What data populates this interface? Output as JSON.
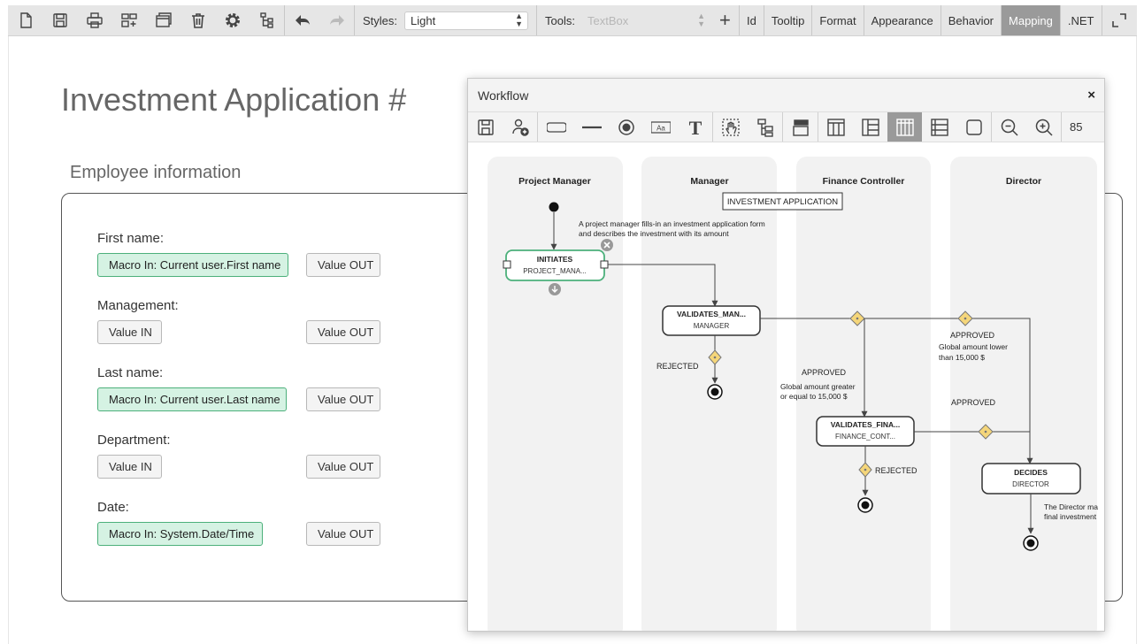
{
  "toolbar": {
    "icons": [
      "new-document-icon",
      "save-icon",
      "print-icon",
      "add-layout-icon",
      "window-icon",
      "trash-icon",
      "gear-icon",
      "tree-icon"
    ],
    "styles_label": "Styles:",
    "styles_value": "Light",
    "tools_label": "Tools:",
    "tools_value": "TextBox",
    "buttons": [
      "Id",
      "Tooltip",
      "Format",
      "Appearance",
      "Behavior",
      "Mapping",
      ".NET"
    ],
    "active_button": "Mapping"
  },
  "page": {
    "title": "Investment Application #",
    "section_title": "Employee information",
    "fields": [
      {
        "label": "First name:",
        "in_value": "Macro In: Current user.First name",
        "in_type": "macro",
        "out_value": "Value OUT"
      },
      {
        "label": "Management:",
        "in_value": "Value IN",
        "in_type": "plain",
        "out_value": "Value OUT"
      },
      {
        "label": "Last name:",
        "in_value": "Macro In: Current user.Last name",
        "in_type": "macro",
        "out_value": "Value OUT"
      },
      {
        "label": "Department:",
        "in_value": "Value IN",
        "in_type": "plain",
        "out_value": "Value OUT"
      },
      {
        "label": "Date:",
        "in_value": "Macro In: System.Date/Time",
        "in_type": "macro",
        "out_value": "Value OUT"
      }
    ]
  },
  "workflow": {
    "title": "Workflow",
    "close_glyph": "×",
    "zoom": "85",
    "lanes": [
      "Project Manager",
      "Manager",
      "Finance Controller",
      "Director"
    ],
    "diagram_title": "INVESTMENT APPLICATION",
    "note_initiates": [
      "A project manager fills-in an investment application form",
      "and describes the investment with its amount"
    ],
    "note_director": [
      "The Director ma",
      "final investment"
    ],
    "nodes": {
      "initiates": {
        "title": "INITIATES",
        "sub": "PROJECT_MANA..."
      },
      "validates_manager": {
        "title": "VALIDATES_MAN...",
        "sub": "MANAGER"
      },
      "validates_finance": {
        "title": "VALIDATES_FINA...",
        "sub": "FINANCE_CONT..."
      },
      "decides": {
        "title": "DECIDES",
        "sub": "DIRECTOR"
      }
    },
    "labels": {
      "rejected_1": "REJECTED",
      "approved_1": "APPROVED",
      "approved_1_cond": [
        "Global amount greater",
        "or equal to 15,000 $"
      ],
      "approved_2": "APPROVED",
      "approved_2_cond": [
        "Global amount lower",
        "than 15,000 $"
      ],
      "approved_3": "APPROVED",
      "rejected_2": "REJECTED"
    },
    "colors": {
      "lane": "#f2f2f2",
      "start_node_border": "#4cb07b",
      "gateway": "#f5d67a",
      "active_tool": "#9a9a9a"
    }
  }
}
